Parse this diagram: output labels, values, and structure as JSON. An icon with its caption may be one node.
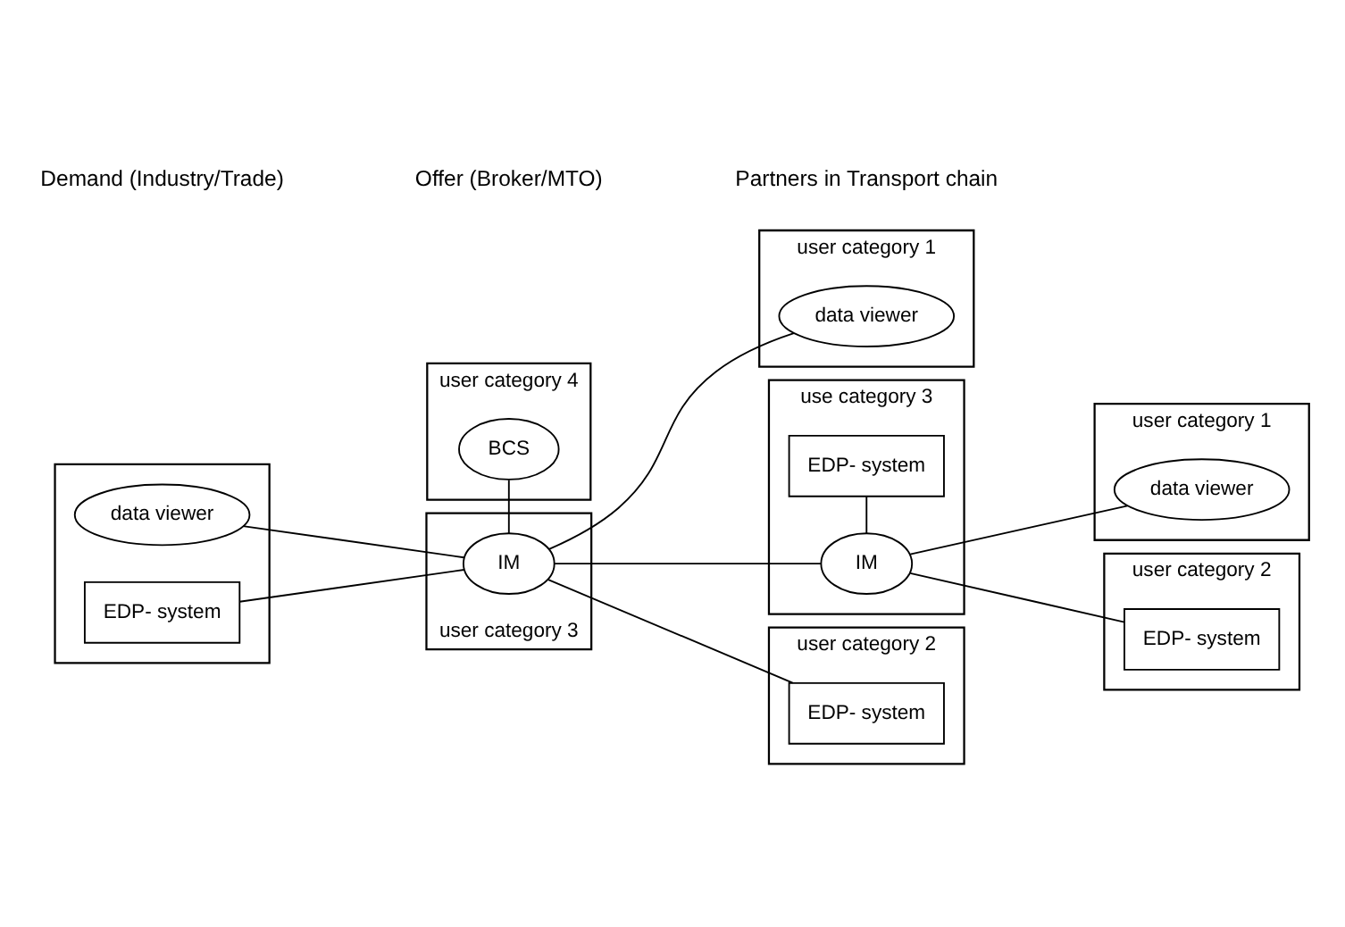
{
  "diagram": {
    "nodes": [
      {
        "text": [],
        "shape": "box"
      },
      {
        "text": [
          "data viewer"
        ],
        "in": 0
      },
      {
        "text": [
          "EDP- system"
        ],
        "in": 0
      },
      {
        "text": [
          "user category 3"
        ]
      },
      {
        "text": [
          "IM"
        ],
        "in": 3
      },
      {
        "text": [
          "user category 4"
        ]
      },
      {
        "text": [
          "BCS"
        ],
        "in": 5
      },
      {
        "text": [
          "user category 1"
        ]
      },
      {
        "text": [
          "data viewer"
        ],
        "in": 7
      },
      {
        "text": [
          "use category 3"
        ]
      },
      {
        "text": [
          "IM"
        ],
        "in": 9
      },
      {
        "text": [
          "EDP- system"
        ],
        "in": 9
      },
      {
        "text": [
          "user category 2"
        ]
      },
      {
        "text": [
          "EDP- system"
        ],
        "in": 12
      },
      {
        "text": [
          "user category 1"
        ]
      },
      {
        "text": [
          "data viewer"
        ],
        "in": 14
      },
      {
        "text": [
          "user category 2"
        ]
      },
      {
        "text": [
          "EDP- system"
        ],
        "in": 16
      }
    ],
    "edges": [
      {
        "from": 1,
        "to": 4,
        "arrow": "none"
      },
      {
        "from": 2,
        "to": 4,
        "arrow": "none"
      },
      {
        "from": 4,
        "to": 6,
        "arrow": "none"
      },
      {
        "from": 4,
        "to": 8,
        "arrow": "none"
      },
      {
        "from": 4,
        "to": 10,
        "arrow": "none"
      },
      {
        "from": 4,
        "to": 13,
        "arrow": "none"
      },
      {
        "from": 10,
        "to": 11,
        "arrow": "none"
      },
      {
        "from": 10,
        "to": 15,
        "arrow": "none"
      },
      {
        "from": 10,
        "to": 17,
        "arrow": "none"
      }
    ],
    "labels": [
      "Demand (Industry/Trade)",
      "Offer (Broker/MTO)",
      "Partners in Transport chain"
    ]
  }
}
